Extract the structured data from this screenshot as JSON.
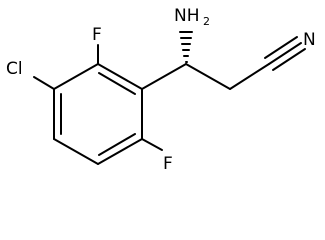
{
  "molecule": {
    "atoms": {
      "f_top": "F",
      "cl": "Cl",
      "nh2_main": "NH",
      "nh2_sub": "2",
      "n_nitrile": "N",
      "f_bottom": "F"
    }
  }
}
